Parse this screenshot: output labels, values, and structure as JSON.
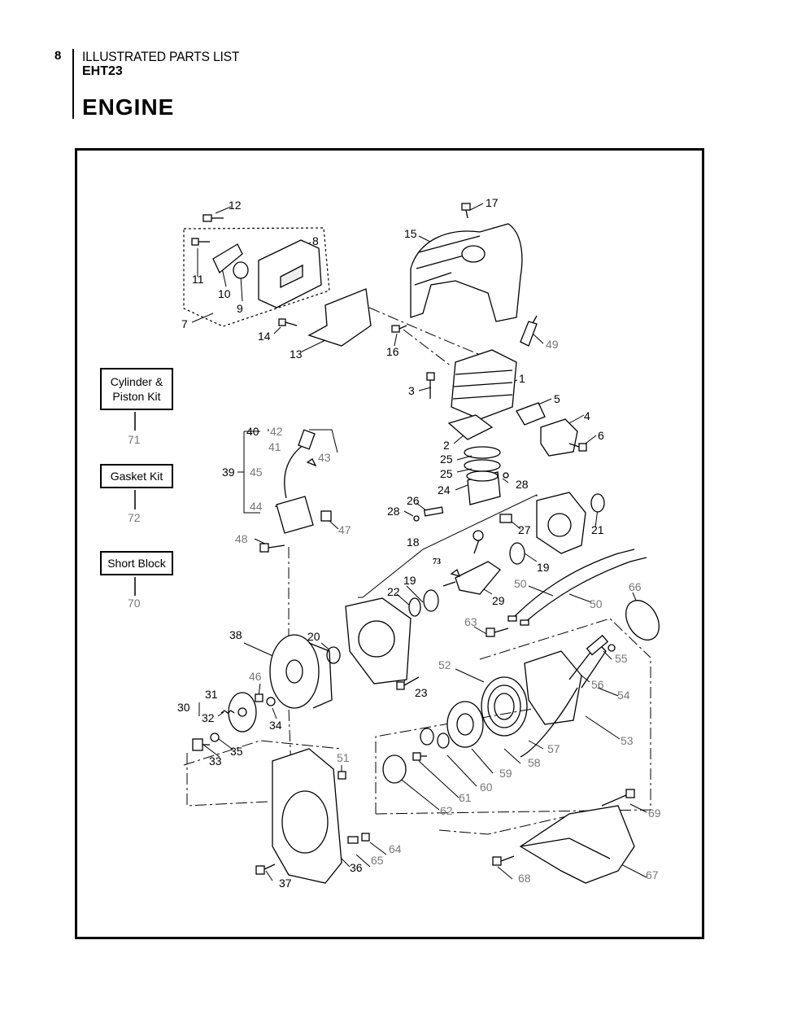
{
  "header": {
    "page_number": "8",
    "section": "ILLUSTRATED PARTS LIST",
    "model": "EHT23",
    "title": "ENGINE"
  },
  "kits": [
    {
      "label": "Cylinder & Piston Kit",
      "line1": "Cylinder &",
      "line2": "Piston Kit",
      "number": "71"
    },
    {
      "label": "Gasket Kit",
      "number": "72"
    },
    {
      "label": "Short Block",
      "number": "70"
    }
  ],
  "callouts": {
    "c1": "1",
    "c2": "2",
    "c3": "3",
    "c4": "4",
    "c5": "5",
    "c6": "6",
    "c7": "7",
    "c8": "8",
    "c9": "9",
    "c10": "10",
    "c11": "11",
    "c12": "12",
    "c13": "13",
    "c14": "14",
    "c15": "15",
    "c16": "16",
    "c17": "17",
    "c18": "18",
    "c19a": "19",
    "c19b": "19",
    "c20": "20",
    "c21": "21",
    "c22": "22",
    "c23": "23",
    "c24": "24",
    "c25a": "25",
    "c25b": "25",
    "c26": "26",
    "c27": "27",
    "c28a": "28",
    "c28b": "28",
    "c29": "29",
    "c30": "30",
    "c31": "31",
    "c32": "32",
    "c33": "33",
    "c34": "34",
    "c35": "35",
    "c36": "36",
    "c37": "37",
    "c38": "38",
    "c39": "39",
    "c40": "40",
    "c41": "41",
    "c42": "42",
    "c43": "43",
    "c44": "44",
    "c45": "45",
    "c46": "46",
    "c47": "47",
    "c48": "48",
    "c49": "49",
    "c50a": "50",
    "c50b": "50",
    "c51": "51",
    "c52": "52",
    "c53": "53",
    "c54": "54",
    "c55": "55",
    "c56": "56",
    "c57": "57",
    "c58": "58",
    "c59": "59",
    "c60": "60",
    "c61": "61",
    "c62": "62",
    "c63": "63",
    "c64": "64",
    "c65": "65",
    "c66": "66",
    "c67": "67",
    "c68": "68",
    "c69": "69",
    "c73": "73"
  }
}
